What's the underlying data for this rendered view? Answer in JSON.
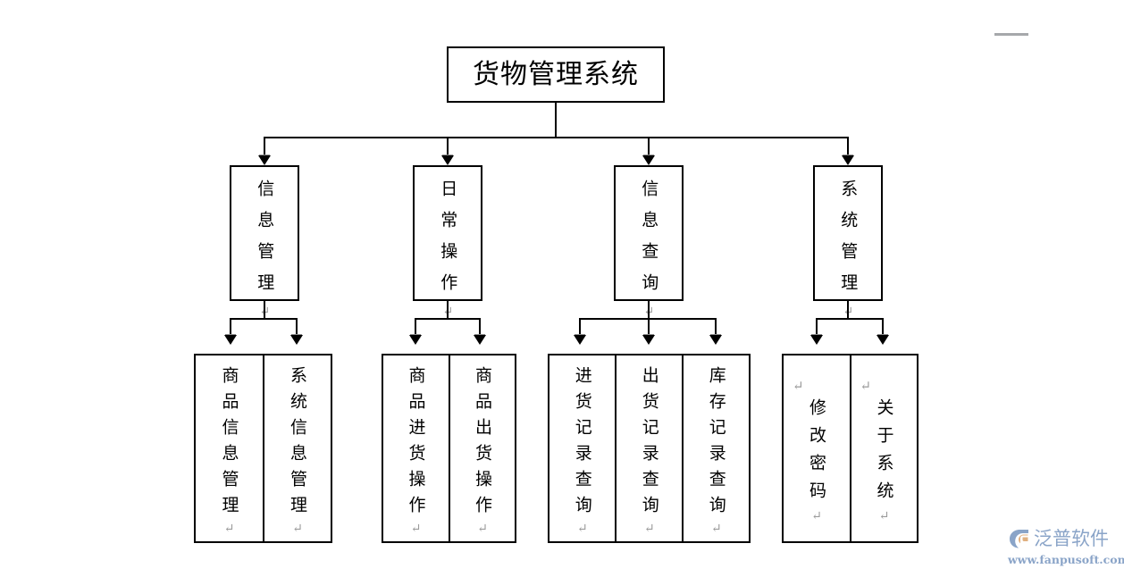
{
  "diagram": {
    "type": "tree",
    "title": "货物管理系统",
    "pilcrow": "↵",
    "levels": {
      "root": {
        "label": "货物管理系统"
      },
      "level2": [
        {
          "label": "信息管理",
          "trailing_mark": "↵"
        },
        {
          "label": "日常操作",
          "trailing_mark": "↵"
        },
        {
          "label": "信息查询",
          "trailing_mark": "↵"
        },
        {
          "label": "系统管理",
          "trailing_mark": "↵"
        }
      ],
      "level3": [
        {
          "parent": "信息管理",
          "items": [
            {
              "label": "商品信息管理",
              "trailing_mark": "↵",
              "leading_mark": ""
            },
            {
              "label": "系统信息管理",
              "trailing_mark": "↵",
              "leading_mark": ""
            }
          ]
        },
        {
          "parent": "日常操作",
          "items": [
            {
              "label": "商品进货操作",
              "trailing_mark": "↵",
              "leading_mark": ""
            },
            {
              "label": "商品出货操作",
              "trailing_mark": "↵",
              "leading_mark": ""
            }
          ]
        },
        {
          "parent": "信息查询",
          "items": [
            {
              "label": "进货记录查询",
              "trailing_mark": "↵",
              "leading_mark": ""
            },
            {
              "label": "出货记录查询",
              "trailing_mark": "↵",
              "leading_mark": ""
            },
            {
              "label": "库存记录查询",
              "trailing_mark": "↵",
              "leading_mark": ""
            }
          ]
        },
        {
          "parent": "系统管理",
          "items": [
            {
              "label": "修改密码",
              "trailing_mark": "↵",
              "leading_mark": "↵"
            },
            {
              "label": "关于系统",
              "trailing_mark": "↵",
              "leading_mark": "↵"
            }
          ]
        }
      ]
    },
    "colors": {
      "line": "#000000",
      "box_border": "#000000",
      "background": "#ffffff",
      "mark": "#9b9b9b",
      "watermark_text": "#8aa4c8",
      "watermark_accent": "#e0b080",
      "top_bar": "#a6a8ab"
    }
  },
  "watermark": {
    "brand": "泛普软件",
    "url": "www.fanpusoft.com"
  }
}
